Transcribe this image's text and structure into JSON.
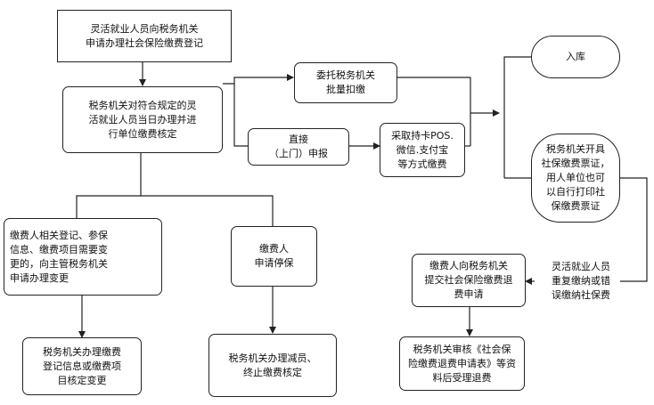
{
  "nodes": {
    "register": "灵活就业人员向税务机关\n申请办理社会保险缴费登记",
    "verify": "税务机关对符合规定的灵\n活就业人员当日办理并进\n行单位缴费核定",
    "entrust": "委托税务机关\n批量扣缴",
    "direct": "直接\n（上门）申报",
    "pos": "采取持卡POS.\n微信.支付宝\n等方式缴费",
    "storage": "入库",
    "receipt": "税务机关开具\n社保缴费票证，\n用人单位也可\n以自行打印社\n保缴费票证",
    "change_request": "缴费人相关登记、参保\n信息、缴费项目需要变\n更的，向主管税务机关\n申请办理变更",
    "stop_request": "缴费人\n申请停保",
    "refund_request": "缴费人向税务机关\n提交社会保险缴费退\n费申请",
    "repeat_note": "灵活就业人员\n重复缴纳或错\n误缴纳社保费",
    "change_handle": "税务机关办理缴费\n登记信息或缴费项\n目核定变更",
    "stop_handle": "税务机关办理减员、\n终止缴费核定",
    "refund_handle": "税务机关审核《社会保\n险缴费退费申请表》等资\n料后受理退费"
  }
}
